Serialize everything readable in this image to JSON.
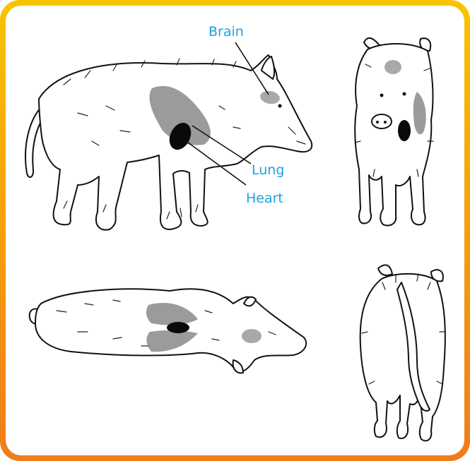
{
  "labels": {
    "brain": "Brain",
    "lung": "Lung",
    "heart": "Heart"
  },
  "colors": {
    "border_top": "#f7c400",
    "border_bottom": "#f07c1c",
    "label_text": "#1aa3df",
    "organ_heart": "#0a0a0a",
    "organ_lung": "#8a8a8a"
  }
}
